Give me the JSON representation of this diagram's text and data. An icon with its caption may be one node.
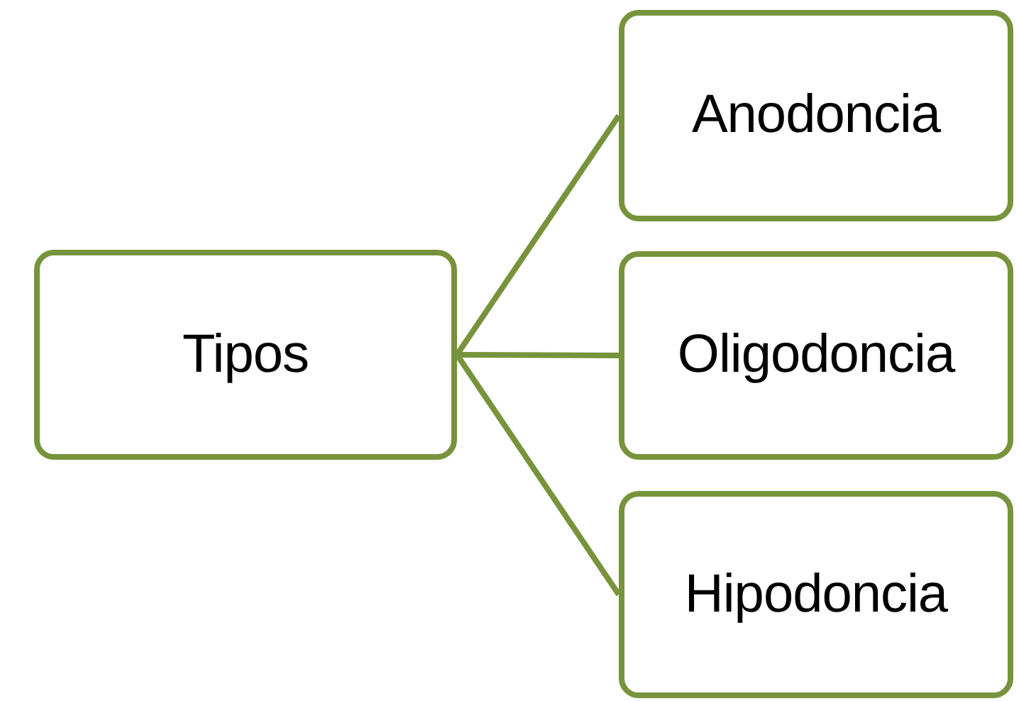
{
  "diagram": {
    "nodes": [
      {
        "text": [
          "Tipos"
        ]
      },
      {
        "text": [
          "Anodoncia"
        ]
      },
      {
        "text": [
          "Oligodoncia"
        ]
      },
      {
        "text": [
          "Hipodoncia"
        ]
      }
    ],
    "edges": [
      {
        "from": 0,
        "to": 1,
        "arrow": "none"
      },
      {
        "from": 0,
        "to": 2,
        "arrow": "none"
      },
      {
        "from": 0,
        "to": 3,
        "arrow": "none"
      }
    ]
  }
}
